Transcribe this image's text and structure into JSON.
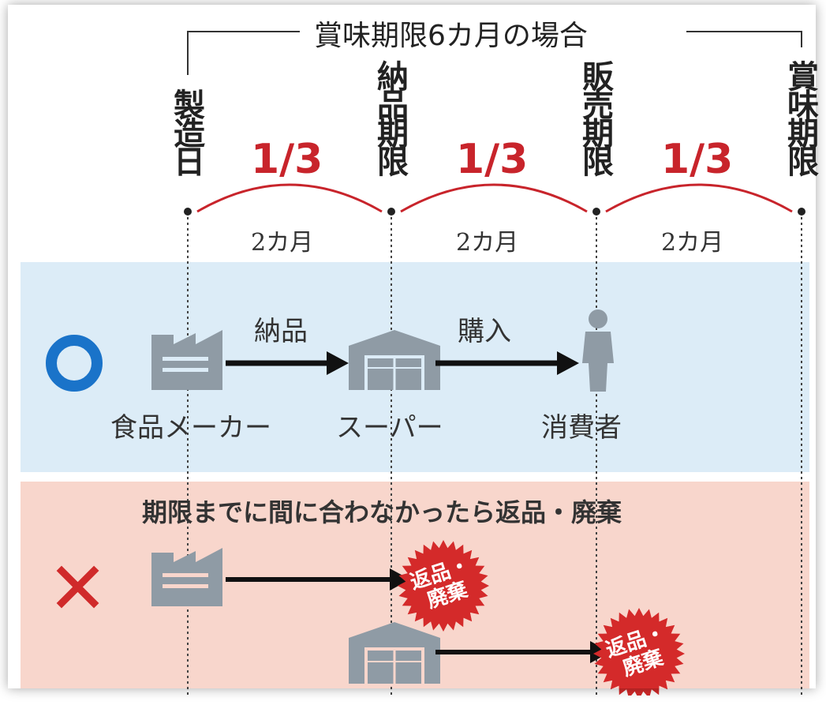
{
  "title": "賞味期限6カ月の場合",
  "timeline": {
    "labels": [
      "製造日",
      "納品期限",
      "販売期限",
      "賞味期限"
    ],
    "fractions": [
      "1/3",
      "1/3",
      "1/3"
    ],
    "durations": [
      "2カ月",
      "2カ月",
      "2カ月"
    ]
  },
  "ok_row": {
    "mark": "○",
    "actions": [
      "納品",
      "購入"
    ],
    "actors": [
      "食品メーカー",
      "スーパー",
      "消費者"
    ]
  },
  "ng_row": {
    "mark": "✕",
    "warning": "期限までに間に合わなかったら返品・廃棄",
    "stamp": [
      "返品・",
      "廃棄"
    ]
  },
  "colors": {
    "accent_red": "#c8242b",
    "ok_blue": "#1a73c9",
    "ok_band": "#dcecf7",
    "ng_band": "#f8d6cc",
    "icon_gray": "#8f9ba5"
  }
}
